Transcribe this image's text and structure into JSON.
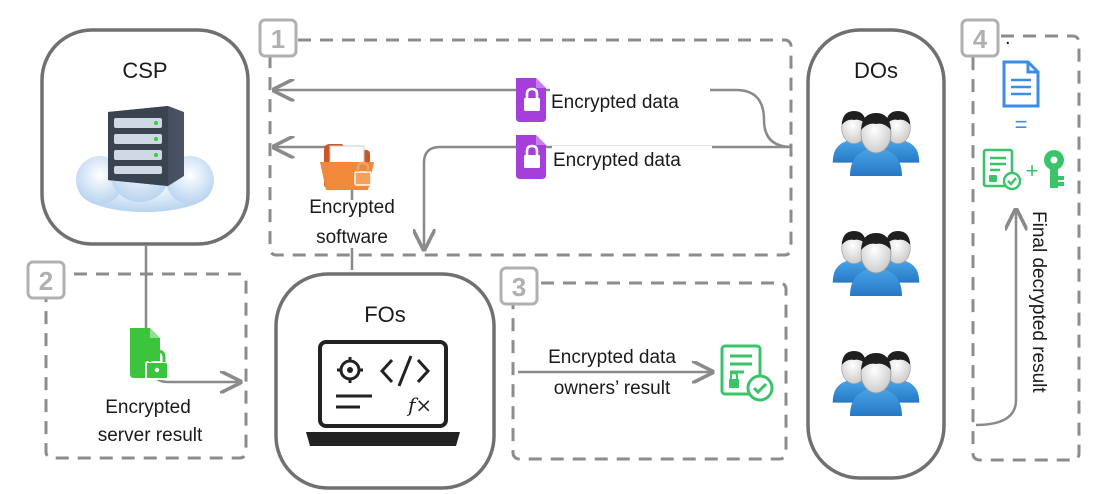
{
  "nodes": {
    "csp": "CSP",
    "dos": "DOs",
    "fos": "FOs"
  },
  "steps": [
    "1",
    "2",
    "3",
    "4"
  ],
  "labels": {
    "encrypted_data_1": "Encrypted data",
    "encrypted_data_2": "Encrypted data",
    "encrypted_software_line1": "Encrypted",
    "encrypted_software_line2": "software",
    "encrypted_server_line1": "Encrypted",
    "encrypted_server_line2": "server result",
    "owners_line1": "Encrypted data",
    "owners_line2": "owners’ result",
    "final_decrypted": "Final decrypted result",
    "equals": "=",
    "plus": "+",
    "dot": "."
  },
  "colors": {
    "purple": "#a63fd9",
    "green_doc": "#3cc43c",
    "green_cert": "#39c46a",
    "blue_doc": "#3b8ee8",
    "person_blue": "#2f8ed8",
    "folder_orange": "#f08a3a"
  },
  "icons": {
    "server": "server-cloud-icon",
    "people": "user-group-icon",
    "laptop": "laptop-code-icon",
    "locked_file": "locked-file-icon",
    "folder": "locked-folder-icon",
    "certificate": "certificate-icon",
    "key": "key-icon",
    "document": "document-icon"
  }
}
